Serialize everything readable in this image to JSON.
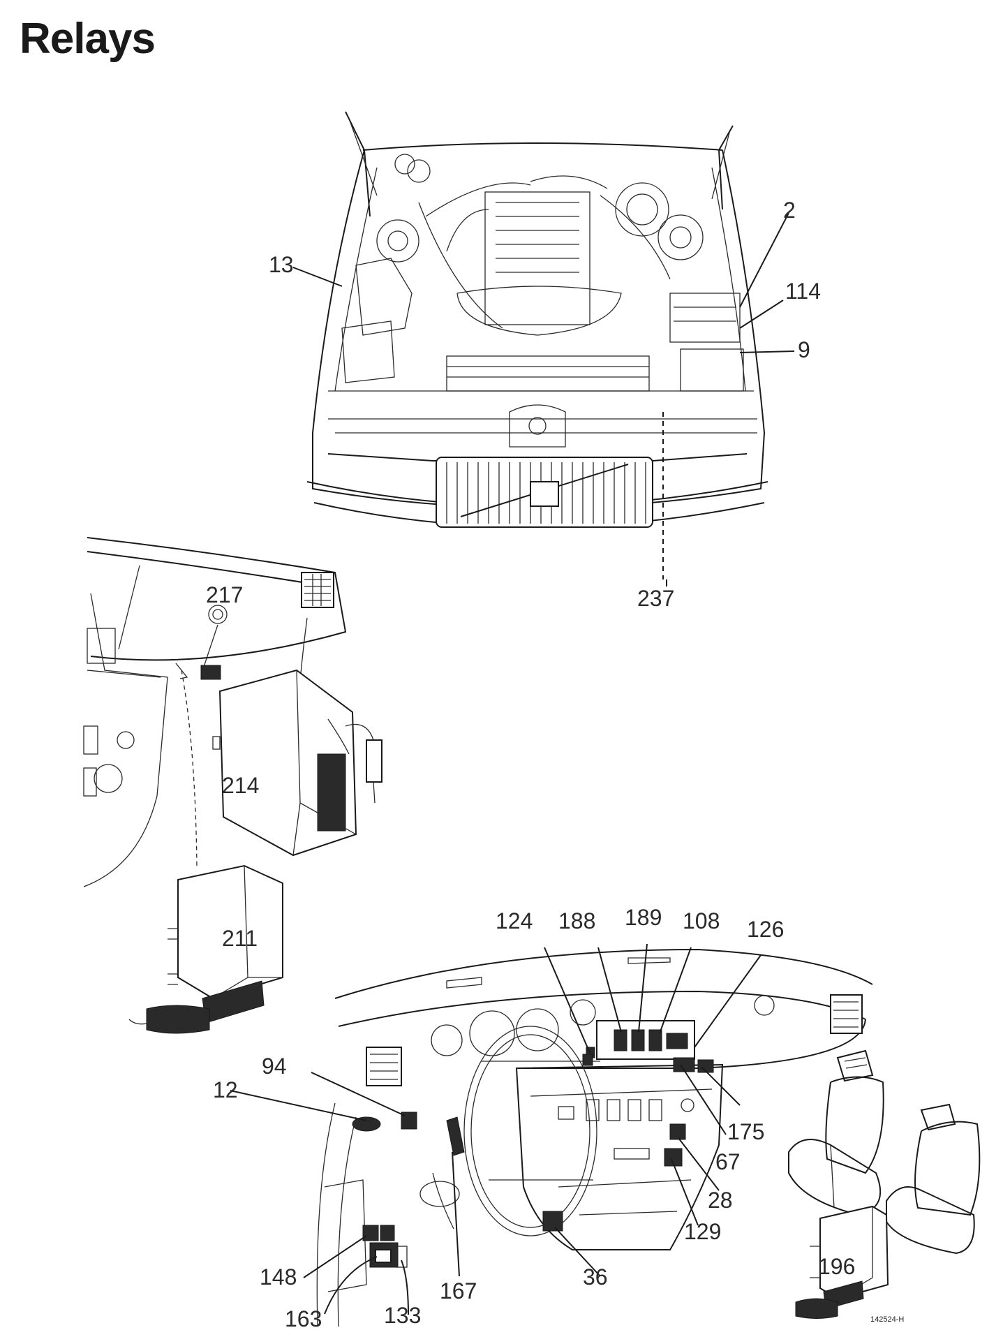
{
  "title": "Relays",
  "figure_code": "142524-H",
  "labels": {
    "l2": "2",
    "l9": "9",
    "l12": "12",
    "l13": "13",
    "l28": "28",
    "l36": "36",
    "l67": "67",
    "l94": "94",
    "l108": "108",
    "l114": "114",
    "l124": "124",
    "l126": "126",
    "l129": "129",
    "l133": "133",
    "l148": "148",
    "l163": "163",
    "l167": "167",
    "l175": "175",
    "l188": "188",
    "l189": "189",
    "l196": "196",
    "l211": "211",
    "l214": "214",
    "l217": "217",
    "l237": "237"
  }
}
